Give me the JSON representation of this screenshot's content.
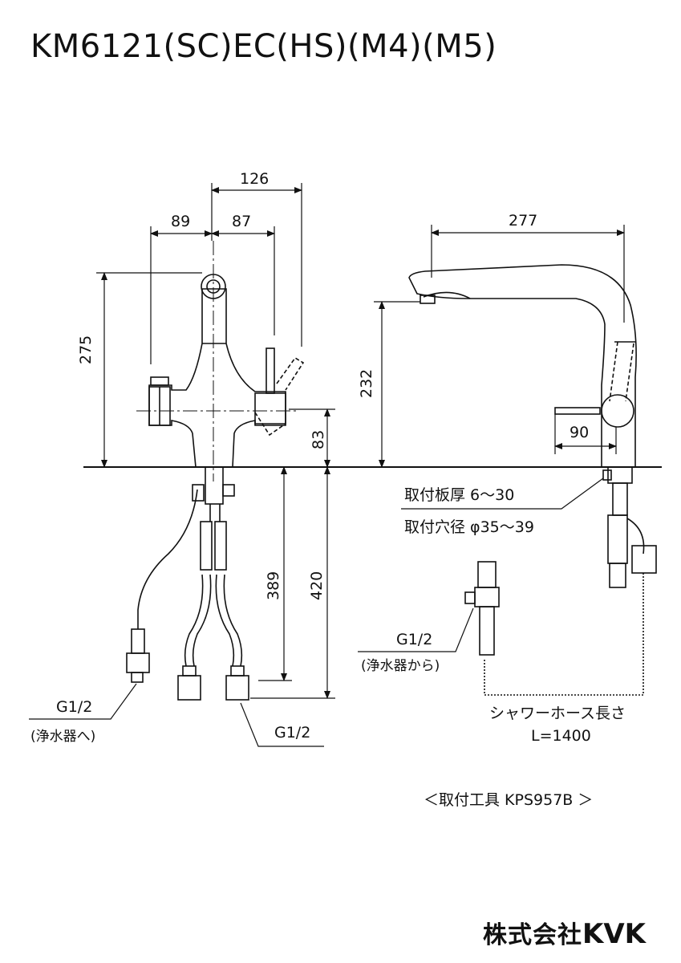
{
  "title": "KM6121(SC)EC(HS)(M4)(M5)",
  "dimensions": {
    "d126": "126",
    "d89": "89",
    "d87": "87",
    "d275": "275",
    "d83": "83",
    "d277": "277",
    "d232": "232",
    "d90": "90",
    "d389": "389",
    "d420": "420"
  },
  "notes": {
    "plate_thickness": "取付板厚 6～30",
    "hole_diameter": "取付穴径 φ35～39",
    "g12_left": "G1/2",
    "to_purifier": "(浄水器へ)",
    "g12_center": "G1/2",
    "g12_right": "G1/2",
    "from_purifier": "(浄水器から)",
    "hose_length_label": "シャワーホース長さ",
    "hose_length_value": "L=1400",
    "tool": "＜取付工具 KPS957B ＞"
  },
  "brand": {
    "jp": "株式会社",
    "logo": "KVK"
  }
}
